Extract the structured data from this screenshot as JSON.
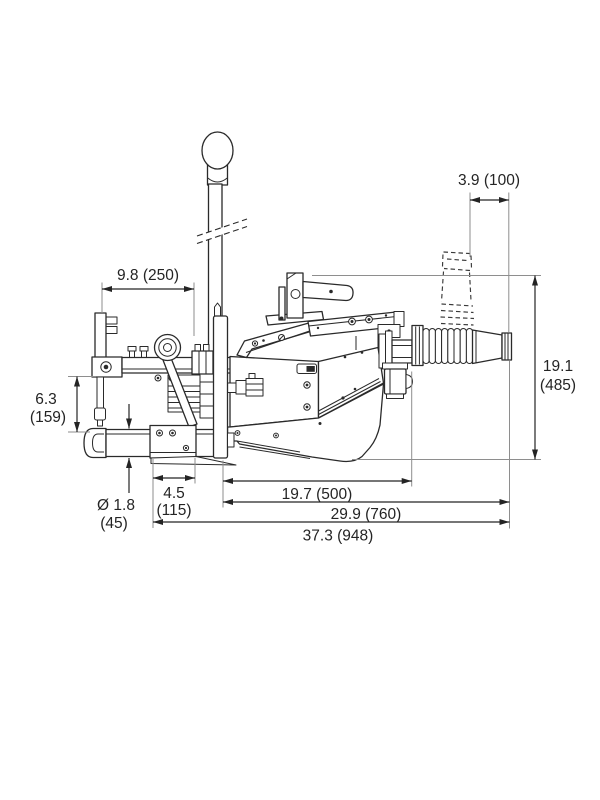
{
  "drawing": {
    "colors": {
      "line": "#2a2a2a",
      "extension_line": "#8e8e8e",
      "text": "#242424",
      "background": "#ffffff"
    },
    "dimensions": {
      "clamp_span": "9.8 (250)",
      "nozzle_swing": "3.9 (100)",
      "overall_height": "19.1",
      "overall_height_mm": "(485)",
      "arm_gap": "6.3",
      "arm_gap_mm": "(159)",
      "arm_diameter": "Ø 1.8",
      "arm_diameter_mm": "(45)",
      "arm_length": "4.5",
      "arm_length_mm": "(115)",
      "body_length": "19.7 (500)",
      "length_with_nozzle": "29.9 (760)",
      "overall_length": "37.3 (948)"
    }
  }
}
